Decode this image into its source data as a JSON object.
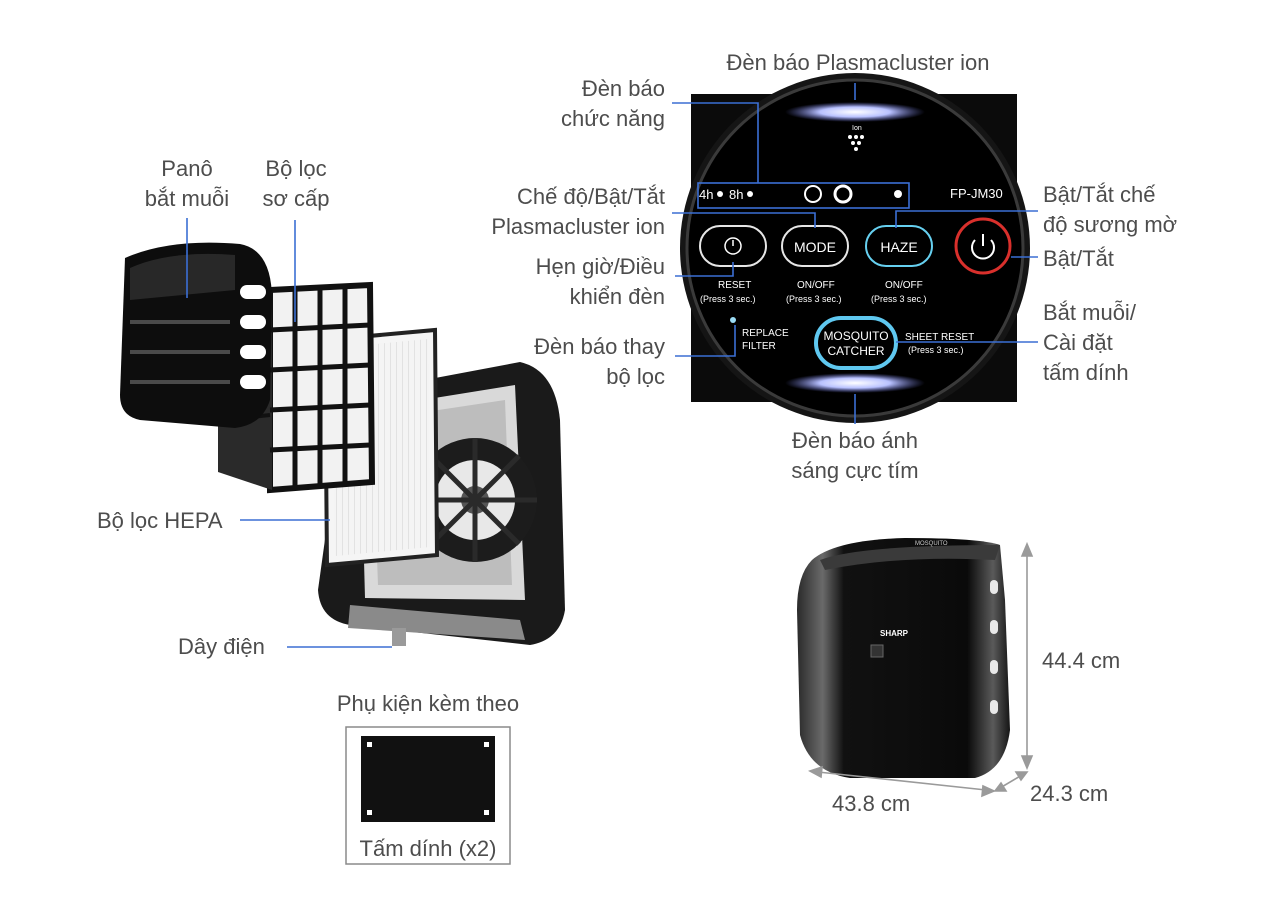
{
  "labels": {
    "plasmacluster_indicator": "Đèn báo Plasmacluster ion",
    "function_indicator": [
      "Đèn báo",
      "chức năng"
    ],
    "mode_label": [
      "Chế độ/Bật/Tắt",
      "Plasmacluster ion"
    ],
    "timer_label": [
      "Hẹn giờ/Điều",
      "khiển đèn"
    ],
    "replace_filter_indicator": [
      "Đèn báo thay",
      "bộ lọc"
    ],
    "uv_indicator": [
      "Đèn báo ánh",
      "sáng cực tím"
    ],
    "haze_label": [
      "Bật/Tắt chế",
      "độ sương mờ"
    ],
    "power_label": "Bật/Tắt",
    "mosquito_label": [
      "Bắt muỗi/",
      "Cài đặt",
      "tấm dính"
    ],
    "mosquito_panel": [
      "Panô",
      "bắt muỗi"
    ],
    "prefilter": [
      "Bộ lọc",
      "sơ cấp"
    ],
    "hepa_filter": "Bộ lọc HEPA",
    "power_cord": "Dây điện",
    "accessories_title": "Phụ kiện kèm theo",
    "sticky_sheet": "Tấm dính (x2)"
  },
  "dimensions": {
    "height": "44.4 cm",
    "width": "43.8 cm",
    "depth": "24.3 cm"
  },
  "panel": {
    "model": "FP-JM30",
    "timer_4h": "4h",
    "timer_8h": "8h",
    "mode_button": "MODE",
    "haze_button": "HAZE",
    "mosquito_button": [
      "MOSQUITO",
      "CATCHER"
    ],
    "reset_label": "RESET",
    "press_note": "(Press 3 sec.)",
    "onoff_label": "ON/OFF",
    "replace_filter": [
      "REPLACE",
      "FILTER"
    ],
    "sheet_reset": "SHEET RESET",
    "ion_label": "Ion"
  },
  "product": {
    "brand": "SHARP",
    "top_badge": "MOSQUITO"
  },
  "colors": {
    "leader_line": "#3b6fd4",
    "panel_bg": "#0b0b0b",
    "power_ring": "#d9302c",
    "mosquito_glow": "#5fc8f0",
    "uv_glow": "#9aa6ff"
  }
}
